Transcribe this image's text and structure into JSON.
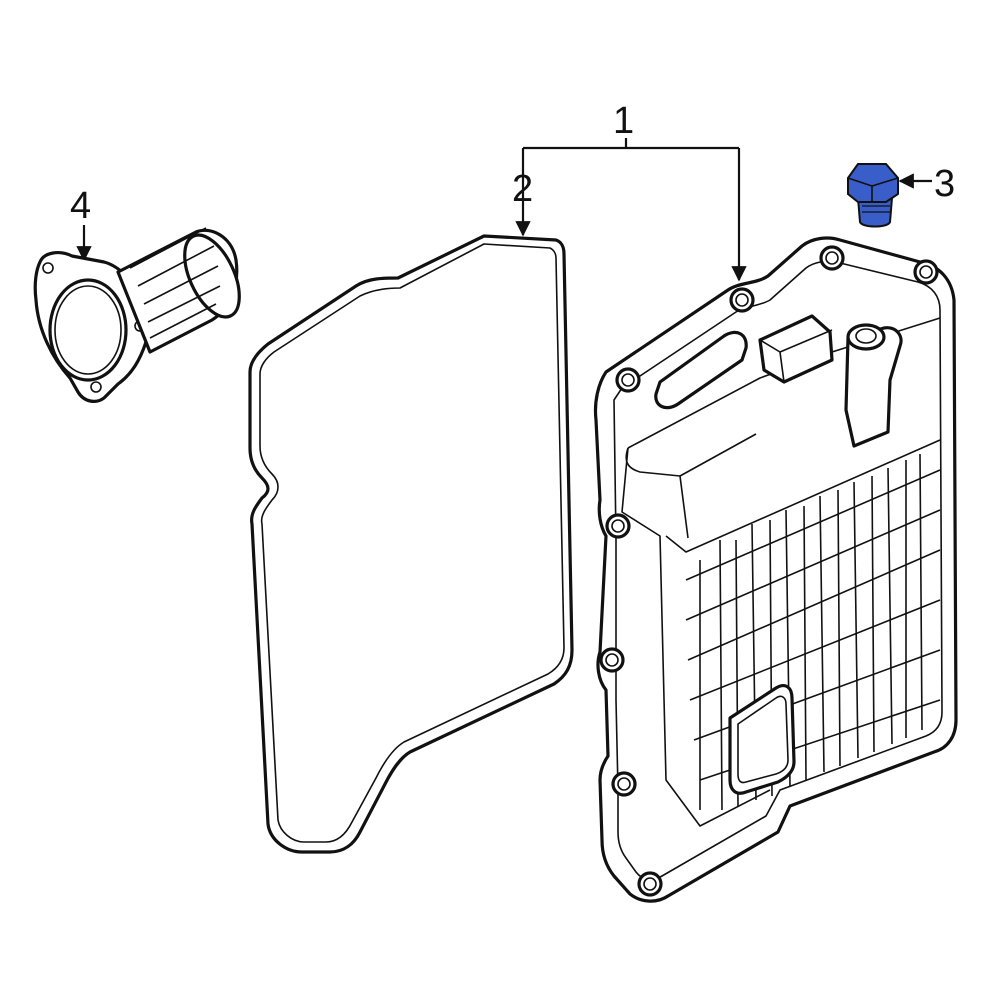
{
  "diagram": {
    "highlight_color": "#3a5ec9",
    "callouts": [
      {
        "id": "1",
        "label": "1"
      },
      {
        "id": "2",
        "label": "2"
      },
      {
        "id": "3",
        "label": "3"
      },
      {
        "id": "4",
        "label": "4"
      }
    ]
  }
}
